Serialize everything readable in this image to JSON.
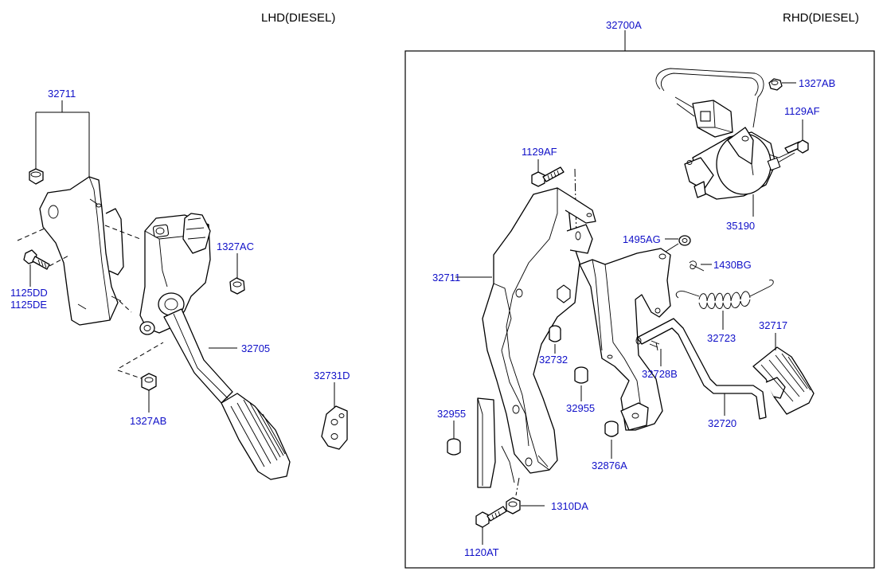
{
  "headers": {
    "lhd": "LHD(DIESEL)",
    "rhd": "RHD(DIESEL)"
  },
  "labels": {
    "l_32711": "32711",
    "l_1125dd": "1125DD",
    "l_1125de": "1125DE",
    "l_1327ac": "1327AC",
    "l_32705": "32705",
    "l_1327ab_left": "1327AB",
    "l_32731d": "32731D",
    "r_32700a": "32700A",
    "r_1327ab": "1327AB",
    "r_1129af_top": "1129AF",
    "r_35190": "35190",
    "r_1129af_mid": "1129AF",
    "r_1495ag": "1495AG",
    "r_1430bg": "1430BG",
    "r_32711": "32711",
    "r_32723": "32723",
    "r_32717": "32717",
    "r_32732": "32732",
    "r_32728b": "32728B",
    "r_32955_right": "32955",
    "r_32955_left": "32955",
    "r_32720": "32720",
    "r_32876a": "32876A",
    "r_1310da": "1310DA",
    "r_1120at": "1120AT"
  },
  "colors": {
    "label": "#1010c8",
    "line": "#000000",
    "background": "#ffffff"
  }
}
